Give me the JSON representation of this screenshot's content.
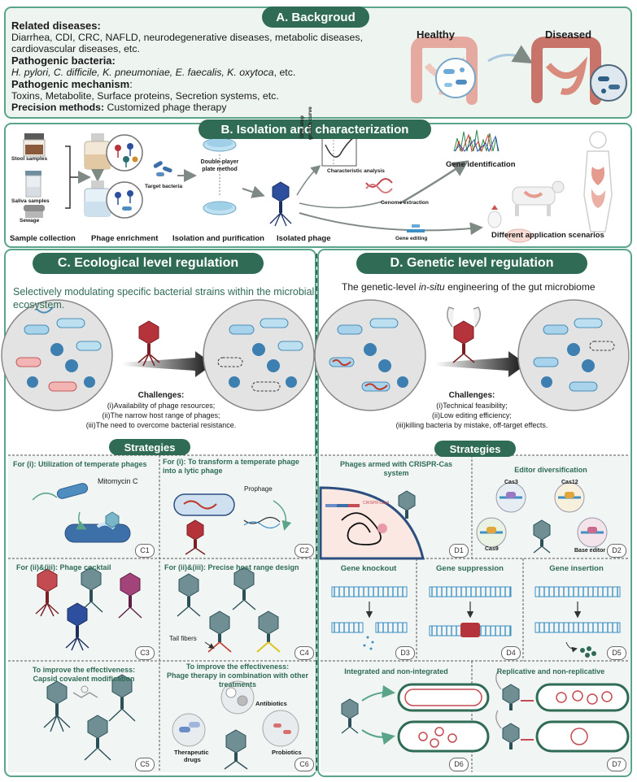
{
  "sectionA": {
    "title": "A. Backgroud",
    "related_label": "Related diseases:",
    "related_line1": "Diarrhea, CDI, CRC, NAFLD, neurodegenerative diseases, metabolic diseases,",
    "related_line2": "cardiovascular diseases, etc.",
    "pathogenic_label": "Pathogenic bacteria:",
    "pathogenic_species": "H. pylori, C. difficile, K. pneumoniae, E. faecalis, K. oxytoca",
    "pathogenic_suffix": ", etc.",
    "mechanism_label": "Pathogenic mechanism",
    "mechanism_colon": ":",
    "mechanism_text": "Toxins,  Metabolite, Surface proteins, Secretion systems, etc.",
    "precision_label": "Precision methods:",
    "precision_text": "  Customized phage therapy",
    "healthy": "Healthy",
    "diseased": "Diseased"
  },
  "sectionB": {
    "title": "B. Isolation and characterization",
    "stool": "Stool samples",
    "saliva": "Saliva samples",
    "sewage": "Sewage",
    "target_bacteria": "Target bacteria",
    "double_player": "Double-player",
    "plate_method": "plate method",
    "one_step": "One step",
    "growth_curve": "growth curve",
    "characteristic": "Characteristic analysis",
    "genome_extraction": "Genome extraction",
    "gene_identification": "Gene identification",
    "gene_editing": "Gene editing",
    "sample_collection": "Sample collection",
    "phage_enrichment": "Phage enrichment",
    "isolation_purification": "Isolation and purification",
    "isolated_phage": "Isolated phage",
    "application": "Different application scenarios"
  },
  "sectionC": {
    "title": "C. Ecological level regulation",
    "subtitle_line1": "Selectively modulating specific bacterial strains within the microbial",
    "subtitle_line2": "ecosystem.",
    "challenges_label": "Challenges:",
    "challenge1": "(i)Availability of phage resources;",
    "challenge2": "(ii)The narrow host range of phages;",
    "challenge3": "(iii)The need to overcome bacterial resistance.",
    "strategies": "Strategies",
    "c1_title": "For (i): Utilization of temperate phages",
    "mitomycin": "Mitomycin C",
    "c2_title_line1": "For (i): To transform a  temperate phage",
    "c2_title_line2": "into a lytic phage",
    "prophage": "Prophage",
    "c3_title": "For (ii)&(iii): Phage cocktail",
    "c4_title": "For (ii)&(iii): Precise host range design",
    "tail_fibers": "Tail fibers",
    "c5_title_line1": "To improve the effectiveness:",
    "c5_title_line2": "Capsid covalent modification",
    "c6_title_line1": "To improve the effectiveness:",
    "c6_title_line2": "Phage therapy in combination with other",
    "c6_title_line3": "treatments",
    "antibiotics": "Antibiotics",
    "therapeutic_line1": "Therapeutic",
    "therapeutic_line2": "drugs",
    "probiotics": "Probiotics",
    "tags": [
      "C1",
      "C2",
      "C3",
      "C4",
      "C5",
      "C6"
    ]
  },
  "sectionD": {
    "title": "D. Genetic level regulation",
    "subtitle_pre": "The genetic-level ",
    "subtitle_italic": "in-situ",
    "subtitle_post": " engineering of the gut microbiome",
    "challenges_label": "Challenges:",
    "challenge1": "(i)Technical feasibility;",
    "challenge2": "(ii)Low editing efficiency;",
    "challenge3": "(iii)killing bacteria by mistake, off-target effects.",
    "strategies": "Strategies",
    "d1_title_line1": "Phages armed with CRISPR-Cas",
    "d1_title_line2": "system",
    "crispr_label": "CRISPR-Cas9",
    "d2_title": "Editor diversification",
    "cas3": "Cas3",
    "cas12": "Cas12",
    "cas9": "Cas9",
    "base_editor": "Base editor",
    "gene_knockout": "Gene knockout",
    "gene_suppression": "Gene suppression",
    "gene_insertion": "Gene insertion",
    "integrated": "Integrated and non-integrated",
    "replicative": "Replicative and non-replicative",
    "tags": [
      "D1",
      "D2",
      "D3",
      "D4",
      "D5",
      "D6",
      "D7"
    ]
  },
  "colors": {
    "header_green": "#2f6b55",
    "border_green": "#5aa58a",
    "phage_red": "#b5333b",
    "phage_blue": "#2d4f9e",
    "dna_blue": "#3d8fc4",
    "panel_bg": "#eef5f1"
  }
}
